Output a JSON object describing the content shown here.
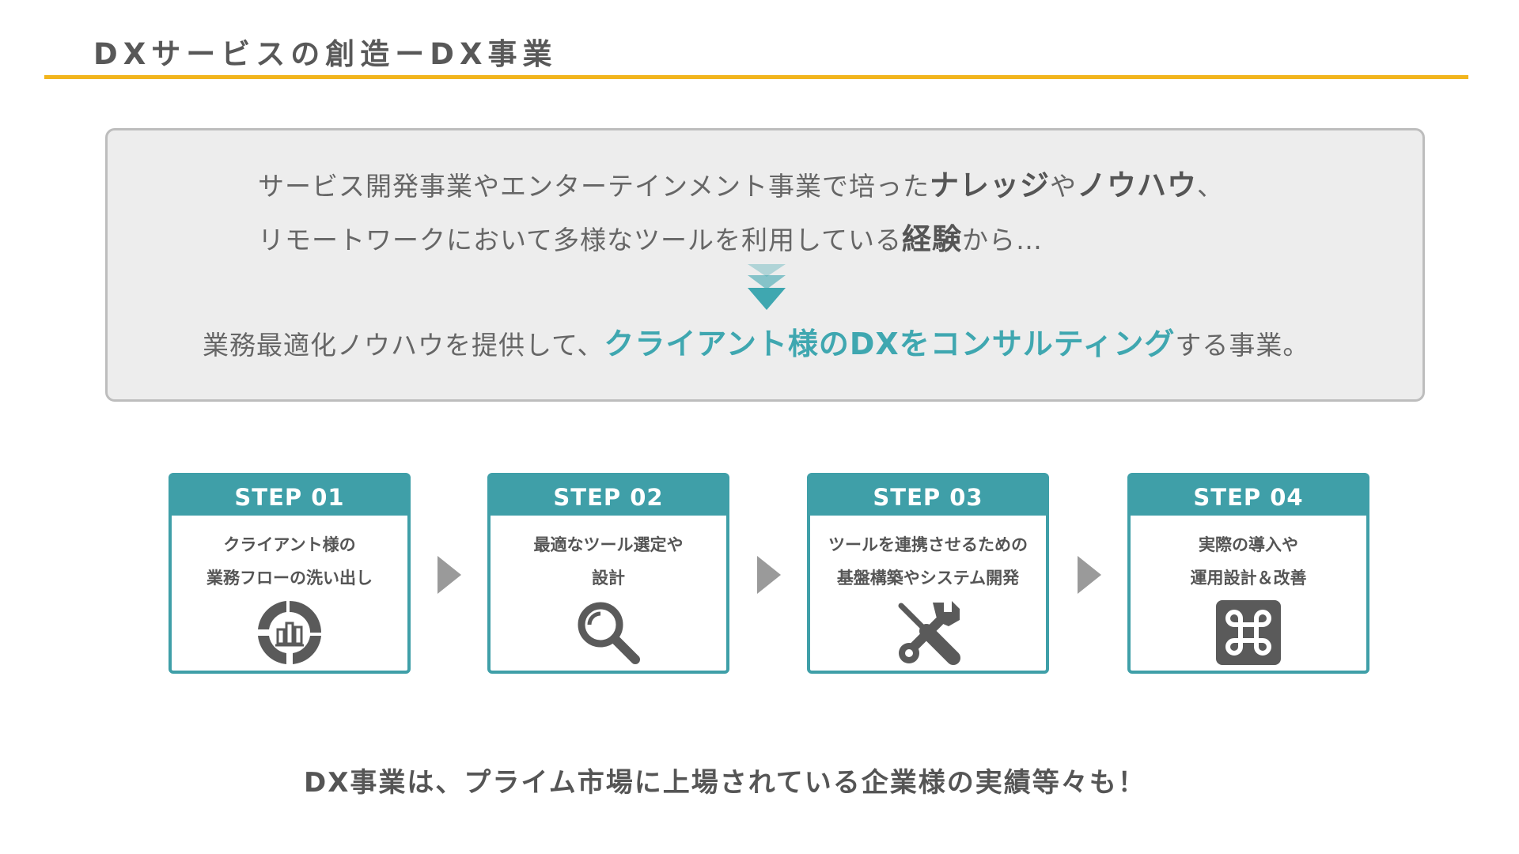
{
  "header": {
    "title": "DXサービスの創造ーDX事業",
    "accent_color": "#f2b51d"
  },
  "intro": {
    "line1": {
      "pre": "サービス開発事業やエンターテインメント事業で培った",
      "bold1": "ナレッジ",
      "mid": "や",
      "bold2": "ノウハウ",
      "post": "、"
    },
    "line2": {
      "pre": "リモートワークにおいて多様なツールを利用している",
      "bold": "経験",
      "post": "から…"
    },
    "arrow_icon": "triple-down-arrow-icon",
    "line3": {
      "pre": "業務最適化ノウハウを提供して、",
      "highlight": "クライアント様のDXをコンサルティング",
      "post": "する事業。"
    },
    "highlight_color": "#3fa7b0"
  },
  "steps": [
    {
      "label": "STEP 01",
      "desc1": "クライアント様の",
      "desc2": "業務フローの洗い出し",
      "icon": "chart-analysis-icon"
    },
    {
      "label": "STEP 02",
      "desc1": "最適なツール選定や",
      "desc2": "設計",
      "icon": "magnifier-icon"
    },
    {
      "label": "STEP 03",
      "desc1": "ツールを連携させるための",
      "desc2": "基盤構築やシステム開発",
      "icon": "screwdriver-wrench-icon"
    },
    {
      "label": "STEP 04",
      "desc1": "実際の導入や",
      "desc2": "運用設計＆改善",
      "icon": "command-key-icon"
    }
  ],
  "step_color": "#3f9fa8",
  "footer": {
    "text": "DX事業は、プライム市場に上場されている企業様の実績等々も！"
  }
}
